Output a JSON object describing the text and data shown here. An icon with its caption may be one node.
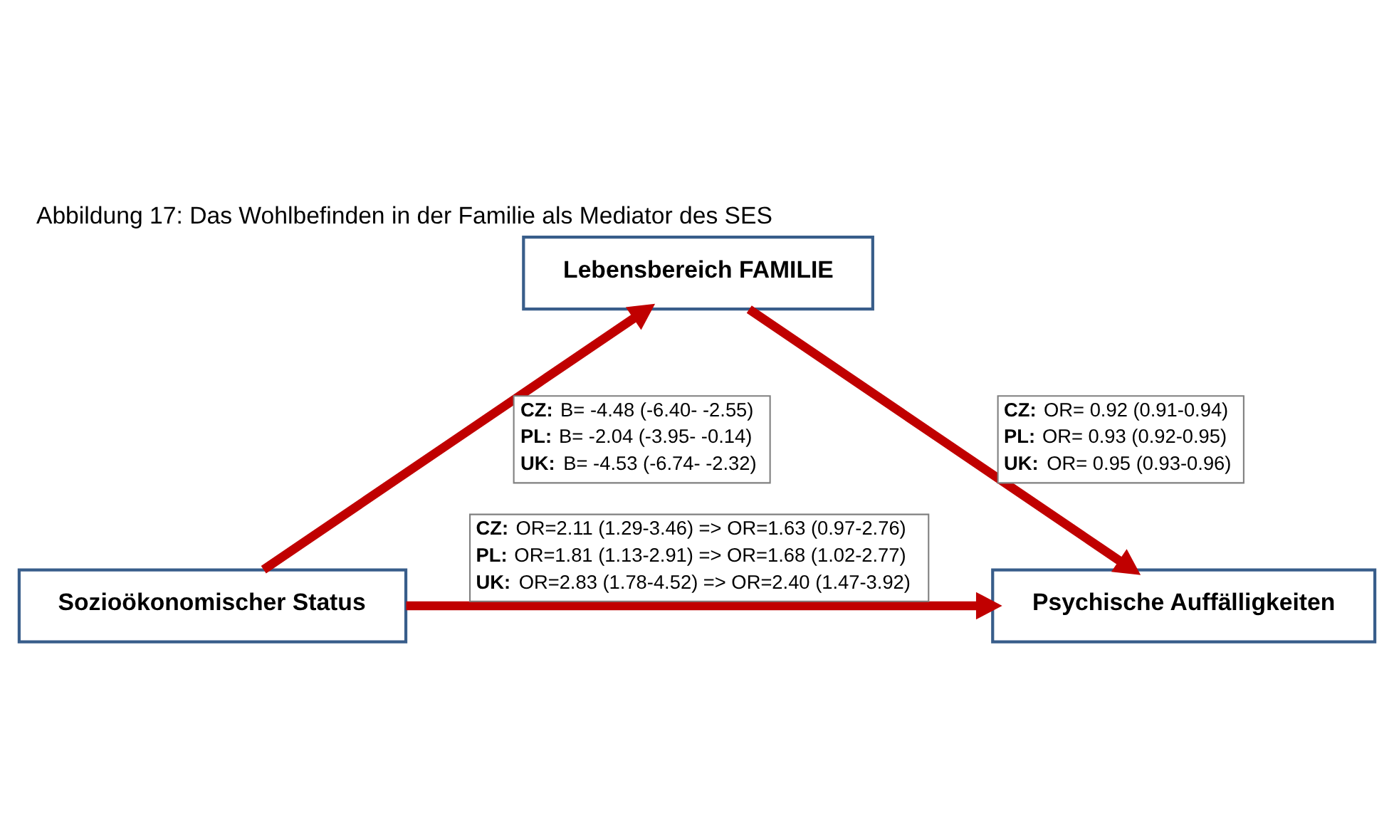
{
  "diagram": {
    "title": "Abbildung 17: Das Wohlbefinden in der Familie als Mediator des SES",
    "nodes": [
      {
        "text": [
          "Lebensbereich FAMILIE"
        ]
      },
      {
        "text": [
          "Sozioökonomischer Status"
        ]
      },
      {
        "text": [
          "Psychische Auffälligkeiten"
        ]
      }
    ],
    "edges": [
      {
        "from": 1,
        "to": 0,
        "arrow": "to",
        "label": "**CZ:** B= -4.48 (-6.40- -2.55) **PL:** B= -2.04 (-3.95- -0.14) **UK:** B= -4.53 (-6.74- -2.32)"
      },
      {
        "from": 0,
        "to": 2,
        "arrow": "to",
        "label": "**CZ:** OR= 0.92 (0.91-0.94) **PL:** OR= 0.93 (0.92-0.95) **UK:** OR= 0.95 (0.93-0.96)"
      },
      {
        "from": 1,
        "to": 2,
        "arrow": "to",
        "label": "**CZ:** OR=2.11 (1.29-3.46) => OR=1.63 (0.97-2.76) **PL:** OR=1.81 (1.13-2.91) => OR=1.68 (1.02-2.77) **UK:** OR=2.83 (1.78-4.52) => OR=2.40 (1.47-3.92)"
      }
    ]
  }
}
